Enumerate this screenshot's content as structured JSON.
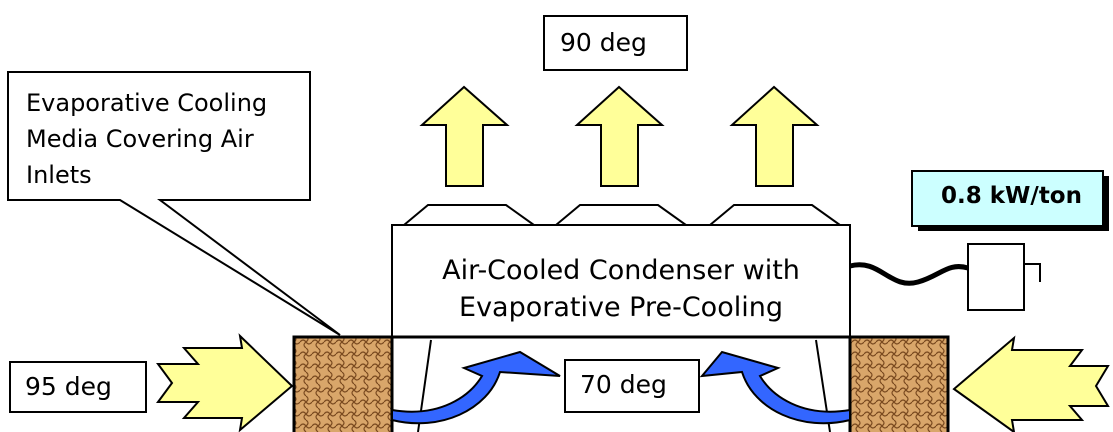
{
  "callout": {
    "lines": [
      "Evaporative Cooling",
      "Media Covering Air",
      "Inlets"
    ]
  },
  "labels": {
    "outlet_temp": "90 deg",
    "inlet_temp": "95 deg",
    "cooled_temp": "70 deg"
  },
  "condenser": {
    "line1": "Air-Cooled Condenser with",
    "line2": "Evaporative Pre-Cooling"
  },
  "efficiency": "0.8 kW/ton",
  "colors": {
    "arrow_fill": "#ffff99",
    "curved_arrow_fill": "#3366ff",
    "media_fill": "#d9a66a",
    "efficiency_box_fill": "#ccffff"
  }
}
